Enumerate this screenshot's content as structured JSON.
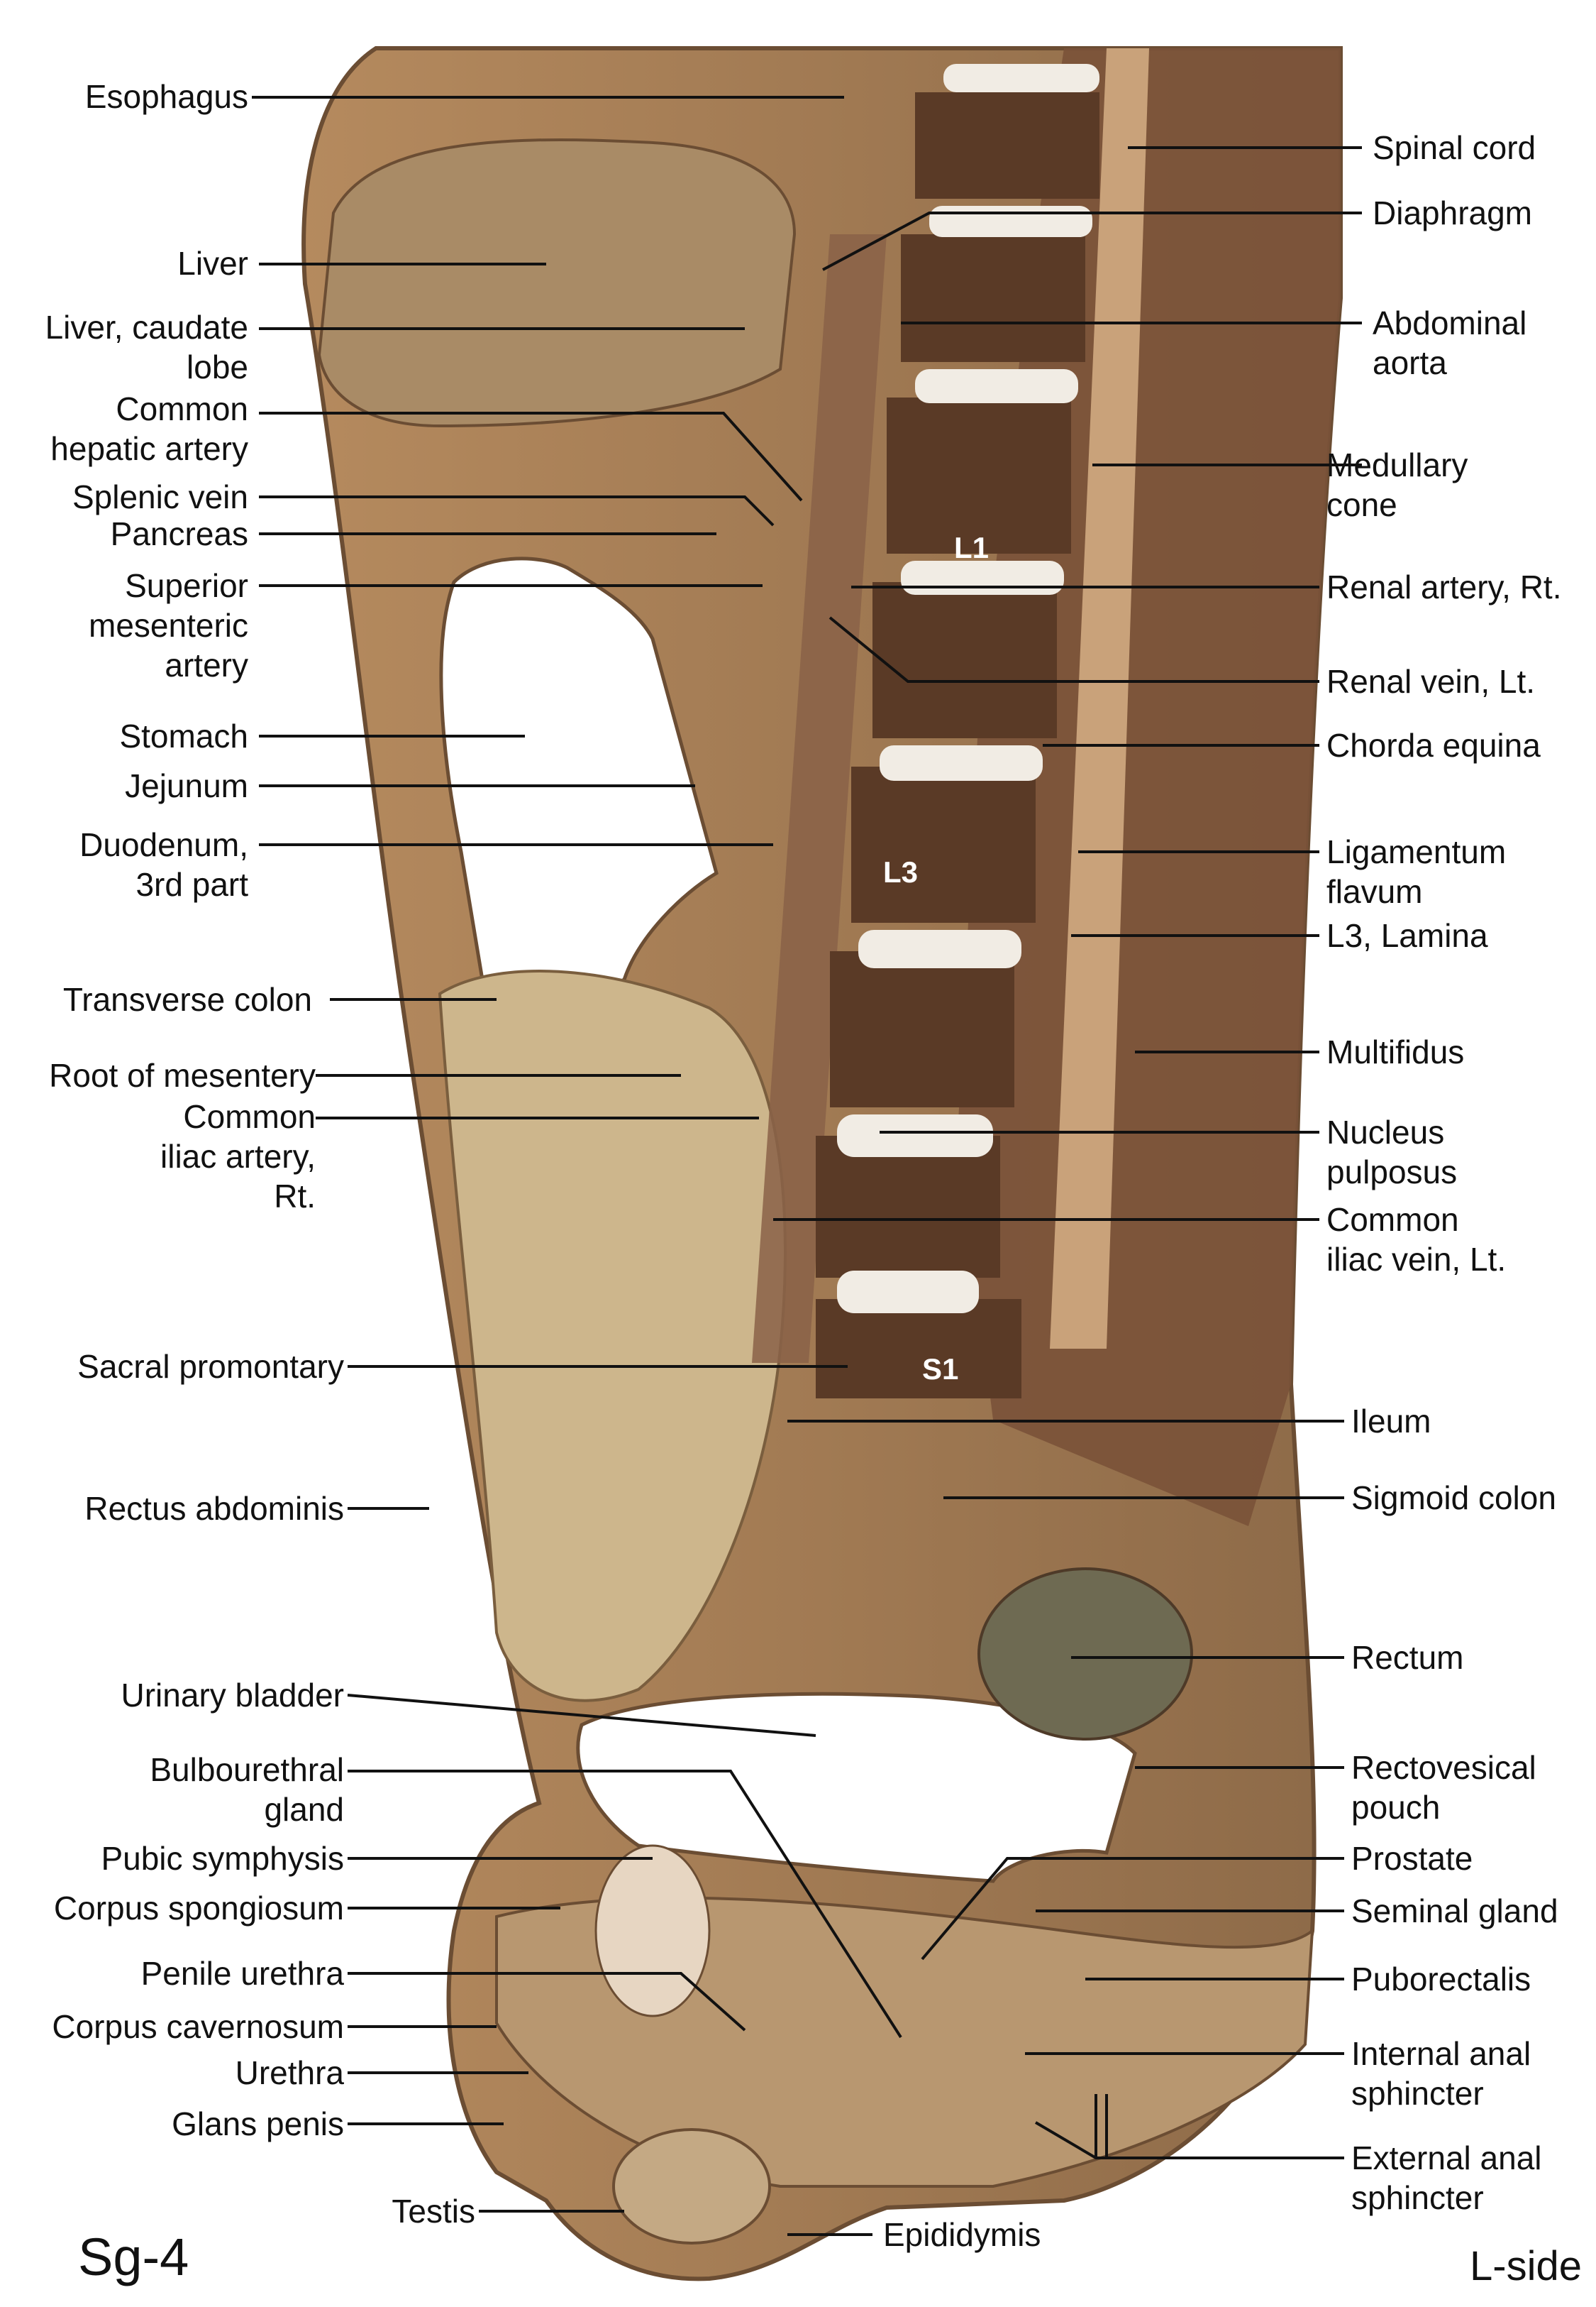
{
  "figure_id": "Sg-4",
  "side_label": "L-side",
  "vertebra_labels": {
    "l1": "L1",
    "l3": "L3",
    "s1": "S1"
  },
  "labels_left": {
    "esophagus": "Esophagus",
    "liver": "Liver",
    "liver_caudate": [
      "Liver, caudate",
      "lobe"
    ],
    "common_hepatic": [
      "Common",
      "hepatic artery"
    ],
    "splenic_vein": "Splenic vein",
    "pancreas": "Pancreas",
    "superior_mesenteric": [
      "Superior",
      "mesenteric",
      "artery"
    ],
    "stomach": "Stomach",
    "jejunum": "Jejunum",
    "duodenum": [
      "Duodenum,",
      "3rd part"
    ],
    "transverse_colon": "Transverse colon",
    "root_mesentery": "Root of mesentery",
    "common_iliac_artery": [
      "Common",
      "iliac artery,",
      "Rt."
    ],
    "sacral_promontary": "Sacral promontary",
    "rectus_abdominis": "Rectus abdominis",
    "urinary_bladder": "Urinary bladder",
    "bulbourethral": [
      "Bulbourethral",
      "gland"
    ],
    "pubic_symphysis": "Pubic symphysis",
    "corpus_spongiosum": "Corpus spongiosum",
    "penile_urethra": "Penile urethra",
    "corpus_cavernosum": "Corpus cavernosum",
    "urethra": "Urethra",
    "glans_penis": "Glans penis",
    "testis": "Testis"
  },
  "labels_right": {
    "spinal_cord": "Spinal cord",
    "diaphragm": "Diaphragm",
    "abdominal_aorta": [
      "Abdominal",
      "aorta"
    ],
    "medullary_cone": [
      "Medullary",
      "cone"
    ],
    "renal_artery": "Renal artery, Rt.",
    "renal_vein": "Renal vein, Lt.",
    "chorda_equina": "Chorda equina",
    "ligamentum_flavum": [
      "Ligamentum",
      "flavum"
    ],
    "l3_lamina": "L3, Lamina",
    "multifidus": "Multifidus",
    "nucleus_pulposus": [
      "Nucleus",
      "pulposus"
    ],
    "common_iliac_vein": [
      "Common",
      "iliac vein, Lt."
    ],
    "ileum": "Ileum",
    "sigmoid_colon": "Sigmoid colon",
    "rectum": "Rectum",
    "rectovesical": [
      "Rectovesical",
      "pouch"
    ],
    "prostate": "Prostate",
    "seminal_gland": "Seminal gland",
    "puborectalis": "Puborectalis",
    "internal_anal": [
      "Internal anal",
      "sphincter"
    ],
    "external_anal": [
      "External anal",
      "sphincter"
    ],
    "epididymis": "Epididymis"
  }
}
